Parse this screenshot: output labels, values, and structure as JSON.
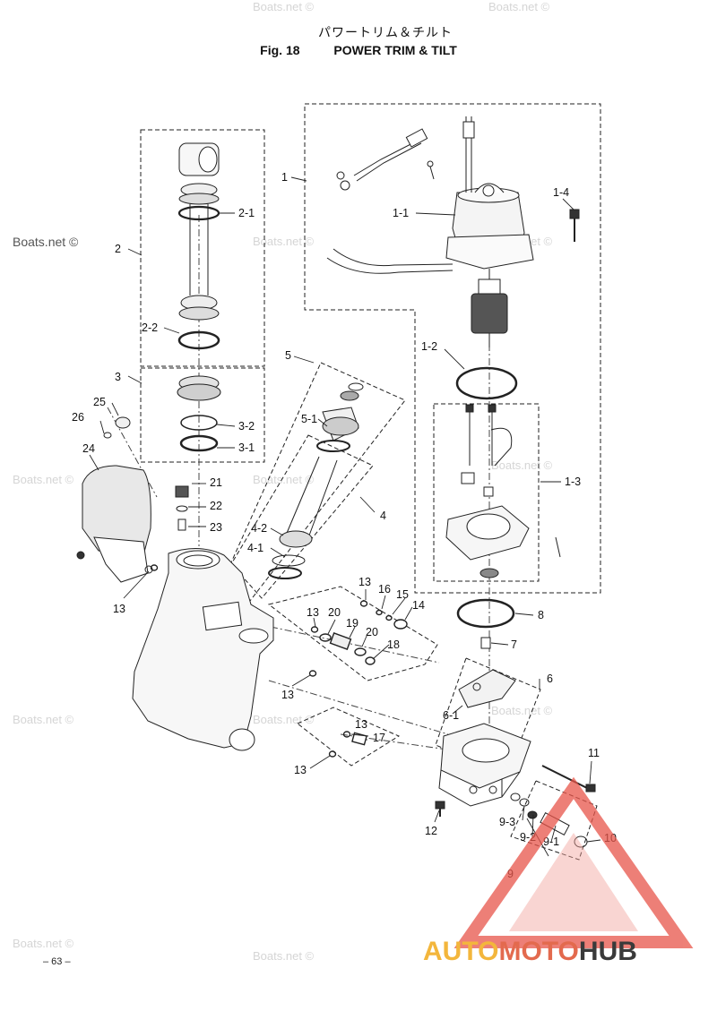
{
  "header": {
    "title_jp": "パワートリム＆チルト",
    "fig_label": "Fig. 18",
    "fig_title": "POWER  TRIM & TILT"
  },
  "watermark": "Boats.net ©",
  "page_number": "– 63 –",
  "logo": {
    "part1": "AUTO",
    "part2": "MOTO",
    "part3": "HUB"
  },
  "callouts": [
    "1",
    "1-1",
    "1-2",
    "1-3",
    "1-4",
    "2",
    "2-1",
    "2-2",
    "3",
    "3-1",
    "3-2",
    "4",
    "4-1",
    "4-2",
    "5",
    "5-1",
    "6",
    "6-1",
    "7",
    "8",
    "9",
    "9-1",
    "9-2",
    "9-3",
    "10",
    "11",
    "12",
    "13",
    "13",
    "13",
    "13",
    "13",
    "13",
    "13",
    "14",
    "15",
    "16",
    "17",
    "18",
    "19",
    "20",
    "20",
    "21",
    "22",
    "23",
    "24",
    "25",
    "26"
  ]
}
